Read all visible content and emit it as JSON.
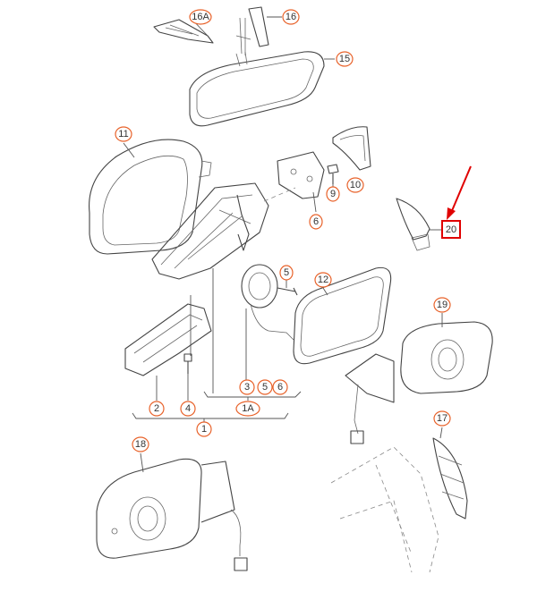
{
  "diagram": {
    "title": "Exterior mirror exploded parts diagram",
    "accent_color": "#e8622a",
    "highlight_color": "#e00000",
    "labels": {
      "p16A": "16A",
      "p16": "16",
      "p15": "15",
      "p11": "11",
      "p9": "9",
      "p10": "10",
      "p6a": "6",
      "p20": "20",
      "p5a": "5",
      "p12": "12",
      "p19": "19",
      "p3": "3",
      "p5b": "5",
      "p6b": "6",
      "p1A": "1A",
      "p2": "2",
      "p4": "4",
      "p1": "1",
      "p18": "18",
      "p17": "17"
    },
    "highlighted_part": "20"
  }
}
